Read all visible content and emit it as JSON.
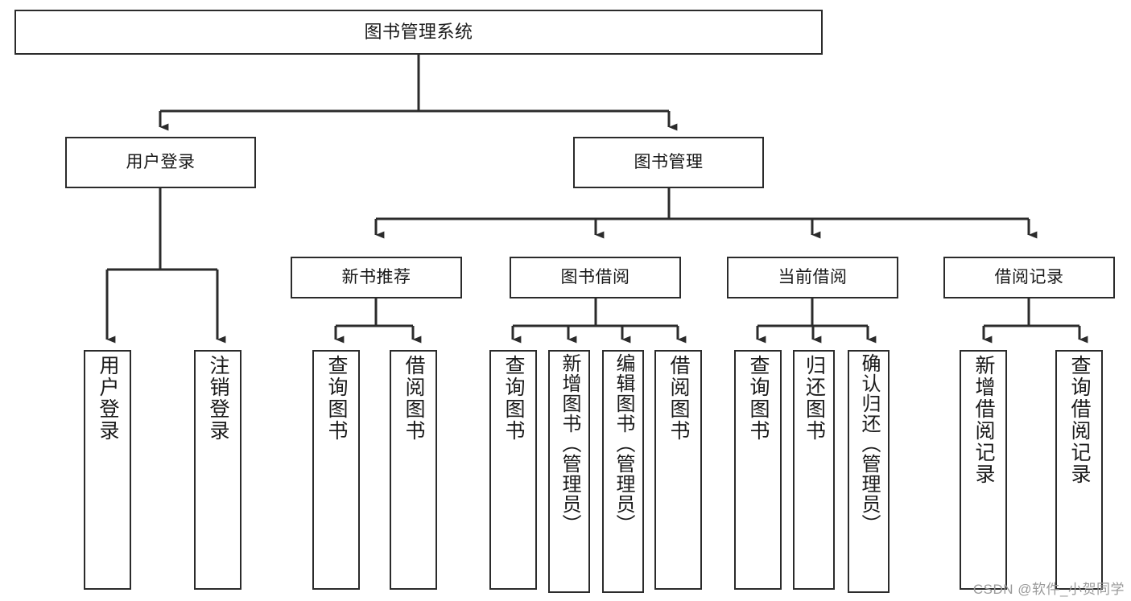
{
  "diagram": {
    "title": "图书管理系统",
    "type": "tree-hierarchy",
    "watermark": "CSDN @软件_小贺同学",
    "stroke_color": "#2b2b2b",
    "fill_color": "#ffffff",
    "background_color": "#ffffff"
  },
  "nodes": {
    "root": {
      "label": "图书管理系统"
    },
    "level2": [
      {
        "label": "用户登录"
      },
      {
        "label": "图书管理"
      }
    ],
    "level3": [
      {
        "label": "新书推荐"
      },
      {
        "label": "图书借阅"
      },
      {
        "label": "当前借阅"
      },
      {
        "label": "借阅记录"
      }
    ],
    "leaves": {
      "user_login": [
        {
          "label": "用户登录"
        },
        {
          "label": "注销登录"
        }
      ],
      "new_book_recommend": [
        {
          "label": "查询图书"
        },
        {
          "label": "借阅图书"
        }
      ],
      "book_borrow": [
        {
          "label": "查询图书"
        },
        {
          "label": "新增图书（管理员）"
        },
        {
          "label": "编辑图书（管理员）"
        },
        {
          "label": "借阅图书"
        }
      ],
      "current_borrow": [
        {
          "label": "查询图书"
        },
        {
          "label": "归还图书"
        },
        {
          "label": "确认归还（管理员）"
        }
      ],
      "borrow_record": [
        {
          "label": "新增借阅记录"
        },
        {
          "label": "查询借阅记录"
        }
      ]
    }
  }
}
